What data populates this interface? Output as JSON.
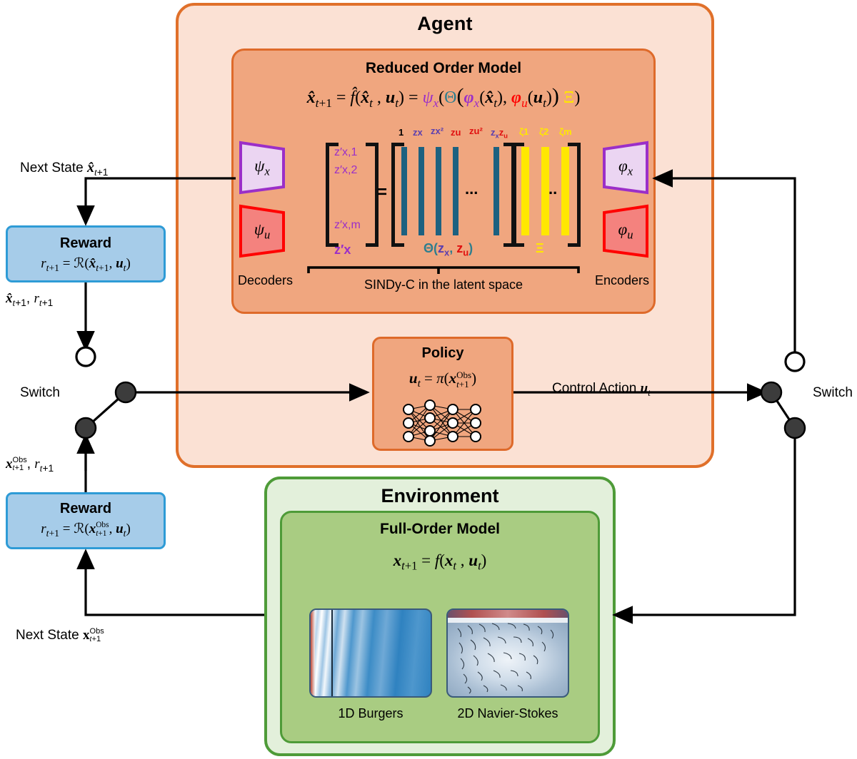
{
  "agent": {
    "title": "Agent",
    "rom": {
      "title": "Reduced Order Model",
      "equation_plain": "x̂_{t+1} = f̂(x̂_t , u_t) = ψ_x(Θ(φ_x(x̂_t), φ_u(u_t)) Ξ)",
      "decoders_label": "Decoders",
      "encoders_label": "Encoders",
      "bracket_label": "SINDy-C in the latent space",
      "decoders": [
        {
          "name": "psi-x",
          "symbol": "ψ",
          "subscript": "x",
          "color": "#9B2FC8",
          "fill": "#EBD5F2"
        },
        {
          "name": "psi-u",
          "symbol": "ψ",
          "subscript": "u",
          "color": "#FF0000",
          "fill": "#F4827E"
        }
      ],
      "encoders": [
        {
          "name": "phi-x",
          "symbol": "φ",
          "subscript": "x",
          "color": "#9B2FC8",
          "fill": "#EBD5F2"
        },
        {
          "name": "phi-u",
          "symbol": "φ",
          "subscript": "u",
          "color": "#FF0000",
          "fill": "#F4827E"
        }
      ],
      "matrix": {
        "lhs_entries": [
          "z′x,1",
          "z′x,2",
          "z′x,m"
        ],
        "lhs_label": "z′x",
        "theta_label": "Θ(zx, zu)",
        "xi_label": "Ξ",
        "equals": "=",
        "theta_column_headers": [
          "1",
          "zx",
          "zx²",
          "zu",
          "zu²",
          "zxzu"
        ],
        "xi_column_headers": [
          "ζ1",
          "ζ2",
          "ζm"
        ],
        "theta_ellipsis": "...",
        "xi_ellipsis": "..",
        "theta_bar_color": "#1D6180",
        "xi_bar_color": "#FFE800"
      }
    },
    "policy": {
      "title": "Policy",
      "equation_plain": "u_t = π(x^Obs_{t+1})",
      "network_icon": "neural-network-icon"
    }
  },
  "environment": {
    "title": "Environment",
    "fom": {
      "title": "Full-Order Model",
      "equation_plain": "x_{t+1} = f(x_t , u_t)",
      "simulations": [
        {
          "label": "1D Burgers",
          "name": "burgers-sim-thumbnail"
        },
        {
          "label": "2D Navier-Stokes",
          "name": "navier-stokes-sim-thumbnail"
        }
      ]
    }
  },
  "rewards": [
    {
      "name": "reward-predicted",
      "title": "Reward",
      "equation_plain": "r_{t+1} = R(x̂_{t+1}, u_t)"
    },
    {
      "name": "reward-observed",
      "title": "Reward",
      "equation_plain": "r_{t+1} = R(x^Obs_{t+1}, u_t)"
    }
  ],
  "edge_labels": {
    "next_state_hat": "Next State x̂_{t+1}",
    "hat_pair": "x̂_{t+1}, r_{t+1}",
    "obs_pair": "x^Obs_{t+1}, r_{t+1}",
    "next_state_obs": "Next State x^Obs_{t+1}",
    "control_action": "Control Action u_t",
    "switch_left": "Switch",
    "switch_right": "Switch"
  },
  "colors": {
    "agent_fill": "#FBE1D4",
    "agent_border": "#E0702A",
    "rom_fill": "#F0A67F",
    "rom_border": "#DE6A2A",
    "env_fill": "#E3F0DB",
    "env_border": "#4E9B38",
    "fom_fill": "#A9CC82",
    "reward_fill": "#A6CCE9",
    "reward_border": "#2E9BD6",
    "purple": "#9B2FC8",
    "red": "#FF0000",
    "teal": "#2E7E8E",
    "yellow": "#FFE800",
    "navy": "#1D6180"
  }
}
